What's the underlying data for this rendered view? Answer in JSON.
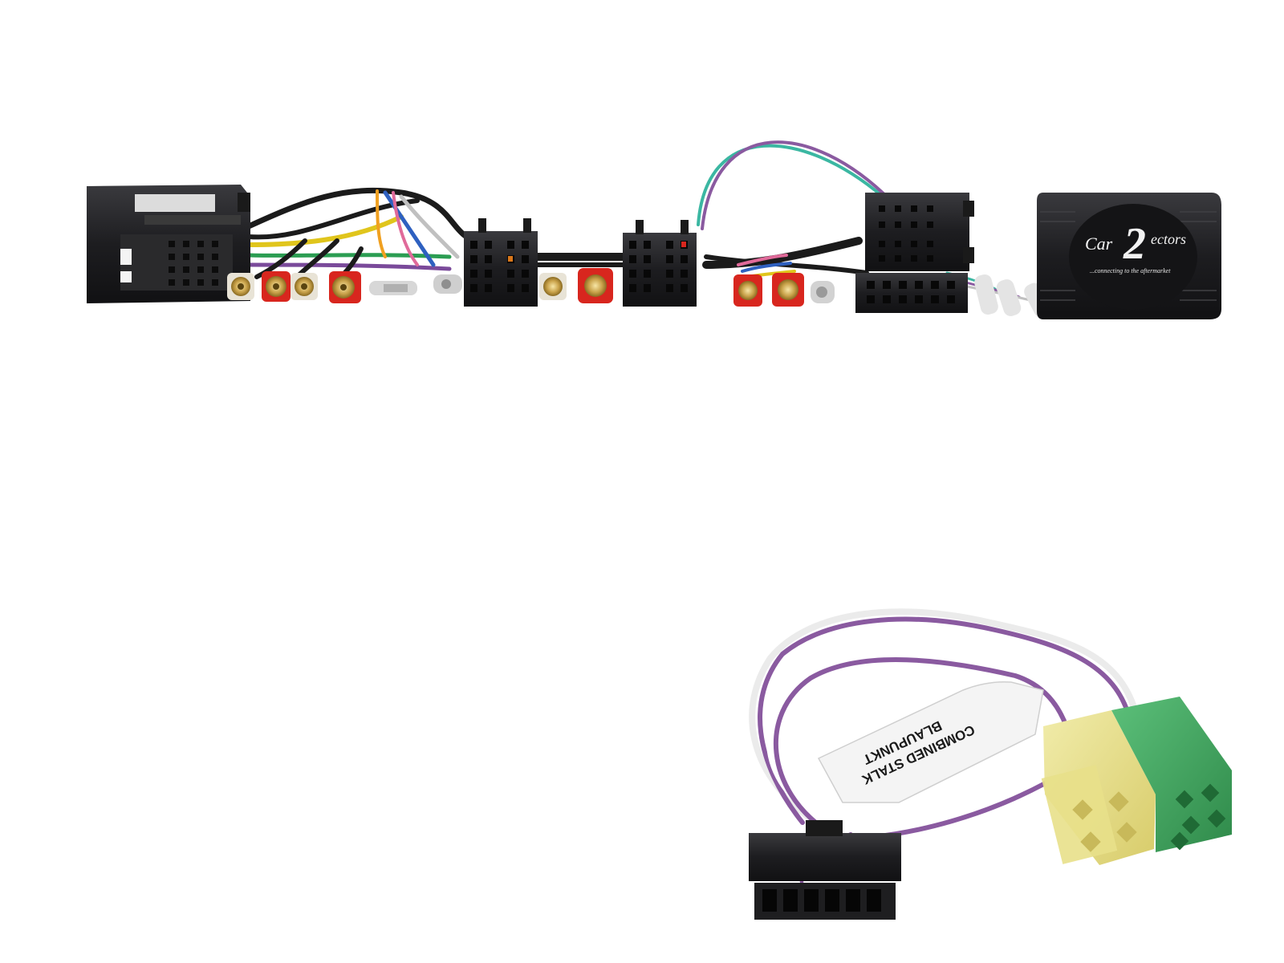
{
  "logo": {
    "numeral": "2",
    "left_text": "Car",
    "right_text": "ectors",
    "tagline": "...connecting to the aftermarket"
  },
  "label": {
    "line1": "COMBINED STALK",
    "line2": "BLAUPUNKT"
  },
  "colors": {
    "background": "#ffffff",
    "housing_black": "#1c1c1e",
    "wire_purple": "#8a5aa0",
    "wire_green": "#3bb7a2",
    "rca_red": "#d8261e",
    "connector_yellow": "#e8e08a",
    "connector_green": "#3aa35a"
  }
}
